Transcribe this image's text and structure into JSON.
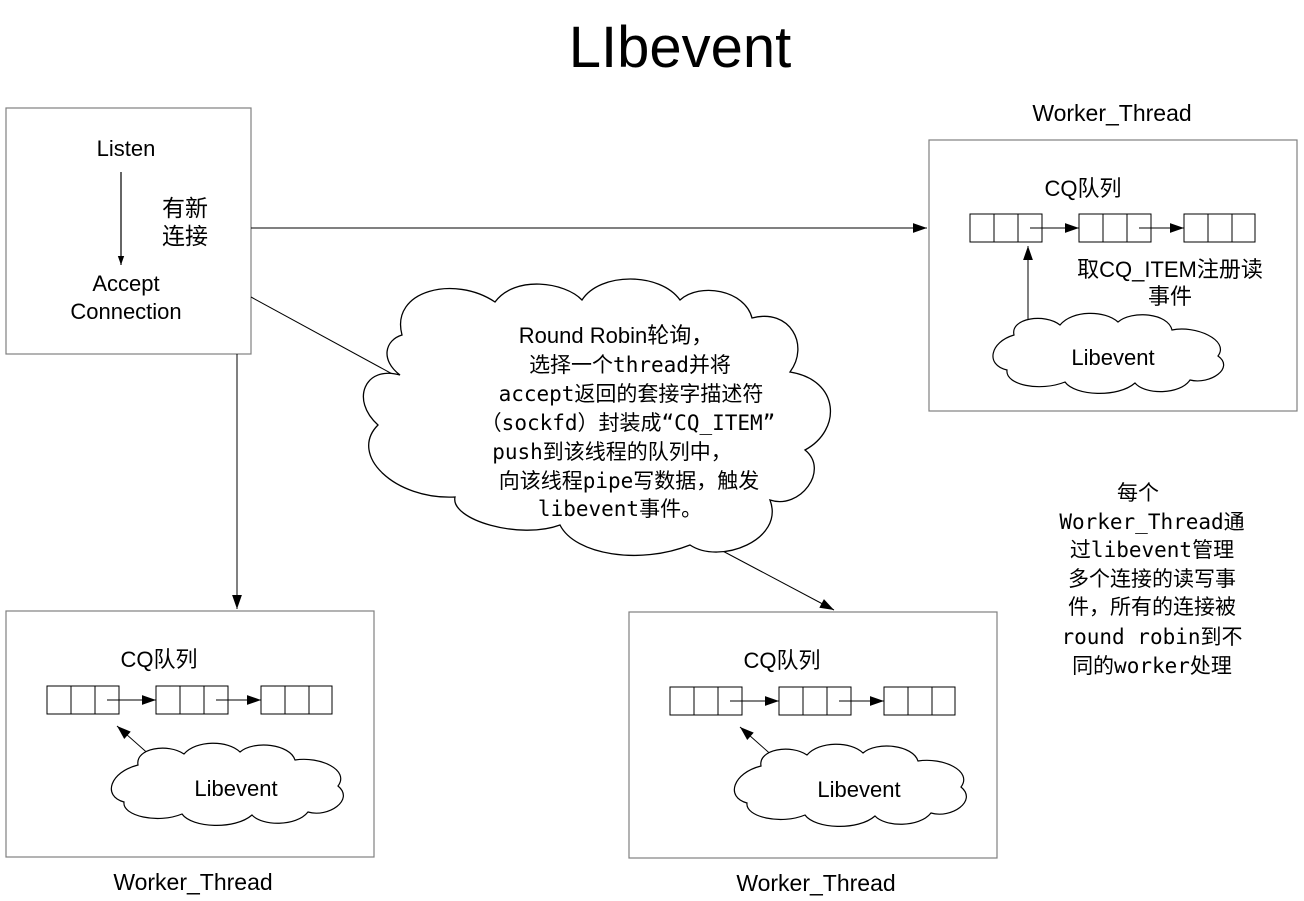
{
  "title": "LIbevent",
  "listener": {
    "listen_label": "Listen",
    "new_conn_label_line1": "有新",
    "new_conn_label_line2": "连接",
    "accept_label_line1": "Accept",
    "accept_label_line2": "Connection"
  },
  "round_robin_cloud": {
    "lines": [
      "Round Robin轮询，",
      "选择一个thread并将",
      "accept返回的套接字描述符",
      "（sockfd）封装成“CQ_ITEM”",
      "push到该线程的队列中，",
      "向该线程pipe写数据，触发",
      "libevent事件。"
    ]
  },
  "worker_top_right": {
    "caption": "Worker_Thread",
    "queue_label": "CQ队列",
    "register_note_line1": "取CQ_ITEM注册读",
    "register_note_line2": "事件",
    "libevent_label": "Libevent"
  },
  "worker_bottom_left": {
    "caption": "Worker_Thread",
    "queue_label": "CQ队列",
    "libevent_label": "Libevent"
  },
  "worker_bottom_middle": {
    "caption": "Worker_Thread",
    "queue_label": "CQ队列",
    "libevent_label": "Libevent"
  },
  "summary_note": {
    "lines": [
      "每个",
      "Worker_Thread通",
      "过libevent管理",
      "多个连接的读写事",
      "件，所有的连接被",
      "round robin到不",
      "同的worker处理"
    ]
  },
  "colors": {
    "line": "#000000",
    "box_border": "#808080",
    "background": "#ffffff"
  }
}
